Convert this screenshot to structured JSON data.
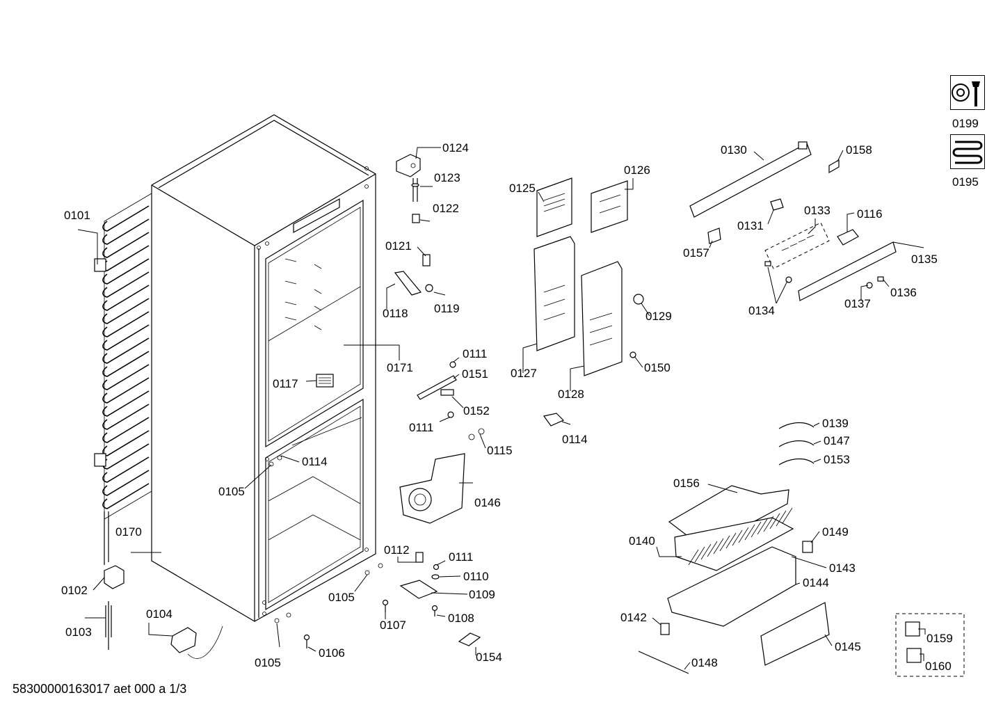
{
  "footer": {
    "doc_id": "58300000163017 aet 000 a 1/3"
  },
  "icons": [
    {
      "name": "service-tools-icon",
      "label": "0199"
    },
    {
      "name": "refrigerant-coil-icon",
      "label": "0195"
    }
  ],
  "parts": [
    {
      "id": "0101",
      "label": "0101"
    },
    {
      "id": "0102",
      "label": "0102"
    },
    {
      "id": "0103",
      "label": "0103"
    },
    {
      "id": "0104",
      "label": "0104"
    },
    {
      "id": "0105a",
      "label": "0105"
    },
    {
      "id": "0105b",
      "label": "0105"
    },
    {
      "id": "0105c",
      "label": "0105"
    },
    {
      "id": "0106",
      "label": "0106"
    },
    {
      "id": "0107",
      "label": "0107"
    },
    {
      "id": "0108",
      "label": "0108"
    },
    {
      "id": "0109",
      "label": "0109"
    },
    {
      "id": "0110",
      "label": "0110"
    },
    {
      "id": "0111a",
      "label": "0111"
    },
    {
      "id": "0111b",
      "label": "0111"
    },
    {
      "id": "0111c",
      "label": "0111"
    },
    {
      "id": "0112",
      "label": "0112"
    },
    {
      "id": "0114a",
      "label": "0114"
    },
    {
      "id": "0114b",
      "label": "0114"
    },
    {
      "id": "0115",
      "label": "0115"
    },
    {
      "id": "0116",
      "label": "0116"
    },
    {
      "id": "0117",
      "label": "0117"
    },
    {
      "id": "0118",
      "label": "0118"
    },
    {
      "id": "0119",
      "label": "0119"
    },
    {
      "id": "0121",
      "label": "0121"
    },
    {
      "id": "0122",
      "label": "0122"
    },
    {
      "id": "0123",
      "label": "0123"
    },
    {
      "id": "0124",
      "label": "0124"
    },
    {
      "id": "0125",
      "label": "0125"
    },
    {
      "id": "0126",
      "label": "0126"
    },
    {
      "id": "0127",
      "label": "0127"
    },
    {
      "id": "0128",
      "label": "0128"
    },
    {
      "id": "0129",
      "label": "0129"
    },
    {
      "id": "0130",
      "label": "0130"
    },
    {
      "id": "0131",
      "label": "0131"
    },
    {
      "id": "0133",
      "label": "0133"
    },
    {
      "id": "0134",
      "label": "0134"
    },
    {
      "id": "0135",
      "label": "0135"
    },
    {
      "id": "0136",
      "label": "0136"
    },
    {
      "id": "0137",
      "label": "0137"
    },
    {
      "id": "0139",
      "label": "0139"
    },
    {
      "id": "0140",
      "label": "0140"
    },
    {
      "id": "0142",
      "label": "0142"
    },
    {
      "id": "0143",
      "label": "0143"
    },
    {
      "id": "0144",
      "label": "0144"
    },
    {
      "id": "0145",
      "label": "0145"
    },
    {
      "id": "0146",
      "label": "0146"
    },
    {
      "id": "0147",
      "label": "0147"
    },
    {
      "id": "0148",
      "label": "0148"
    },
    {
      "id": "0149",
      "label": "0149"
    },
    {
      "id": "0150",
      "label": "0150"
    },
    {
      "id": "0151",
      "label": "0151"
    },
    {
      "id": "0152",
      "label": "0152"
    },
    {
      "id": "0153",
      "label": "0153"
    },
    {
      "id": "0154",
      "label": "0154"
    },
    {
      "id": "0156",
      "label": "0156"
    },
    {
      "id": "0157",
      "label": "0157"
    },
    {
      "id": "0158",
      "label": "0158"
    },
    {
      "id": "0159",
      "label": "0159"
    },
    {
      "id": "0160",
      "label": "0160"
    },
    {
      "id": "0170",
      "label": "0170"
    },
    {
      "id": "0171",
      "label": "0171"
    }
  ]
}
